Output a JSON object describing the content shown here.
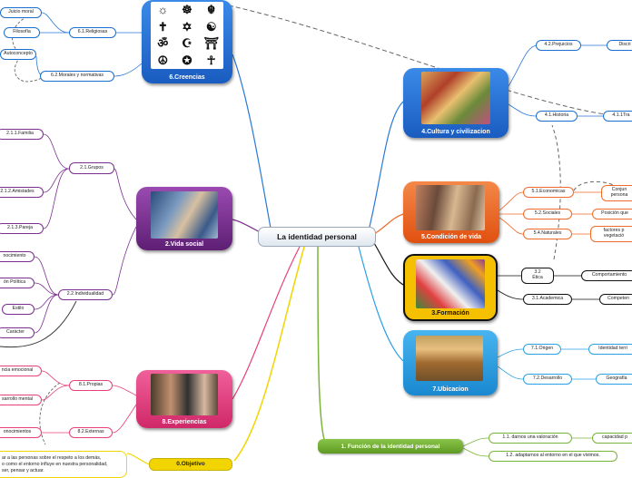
{
  "central": "La identidad personal",
  "branches": {
    "creencias": "6.Creencias",
    "cultura": "4.Cultura y civilizacion",
    "vida_social": "2.Vida social",
    "condicion": "5.Condición de vida",
    "formacion": "3.Formación",
    "ubicacion": "7.Ubicacion",
    "experiencias": "8.Experiencias",
    "objetivo": "0.Objetivo",
    "funcion": "1. Función de la identidad personal"
  },
  "nodes": {
    "juicio_moral": "Juicio moral",
    "filosofia": "Filosofía",
    "autoconcepto": "Autoconcepto",
    "religiosas": "6.1.Religiosas",
    "morales": "6.2.Morales y normativas",
    "prejuicios": "4.2.Prejuicios",
    "discri": "Discri",
    "historia": "4.1.Historia",
    "tra": "4.1.1Tra",
    "familia": "2.1.1.Familia",
    "grupos": "2.1.Grupos",
    "amistades": "2.1.2.Amistades",
    "pareja": "2.1.3.Pareja",
    "conocimiento": "nocimiento",
    "politica": "ón Política",
    "estilo": "Estilo",
    "caracter": "Carácter",
    "individualidad": "2.2.Individualidad",
    "economicas": "5.1.Economicas",
    "sociales": "5.2.Sociales",
    "naturales": "5.4.Naturales",
    "conjunto_l1": "Conjun",
    "conjunto_l2": "persona",
    "posicion": "Posición que",
    "factores_l1": "factores p",
    "factores_l2": "vegetació",
    "etica_l1": "3.2",
    "etica_l2": "Ética",
    "academica": "3.1.Academica",
    "comportamiento": "Comportamiento",
    "competen": "Competen",
    "origen": "7.1.Origen",
    "desarrollo": "7.2.Desarrollo",
    "identidad_terr": "Identidad terri",
    "geografia": "Geografía",
    "propias": "8.1.Propias",
    "externas": "8.2.Externas",
    "inteligencia": "ncia emocional",
    "des_mental": "sarrollo mental",
    "conocimientos": "onocimientos",
    "darnos_valoracion": "1.1. darnos una valoración",
    "capacidad": "capacidad p",
    "adaptarnos": "1.2. adaptarnos al entorno en el que vivimos."
  },
  "objetivo_text": [
    "ar a las personas sobre el respeto a los demás,",
    "o como el entorno influye en nuestra personalidad,",
    "ser, pensar y actuar."
  ],
  "icon_labels": [
    "Hindu",
    "Buddhist",
    "Christian",
    "Jewish",
    "Islam",
    "Sikh",
    "Taoism",
    "Shinto",
    "Jain",
    "Bahá'í"
  ],
  "colors": {
    "creencias": "#1a6fd0",
    "cultura": "#1a6fd0",
    "vida_social": "#7a2f8f",
    "condicion": "#f06a28",
    "formacion": "#f5c000",
    "ubicacion": "#2aa0e6",
    "experiencias": "#e8407a",
    "objetivo": "#f2d500",
    "funcion": "#7ab33a"
  }
}
